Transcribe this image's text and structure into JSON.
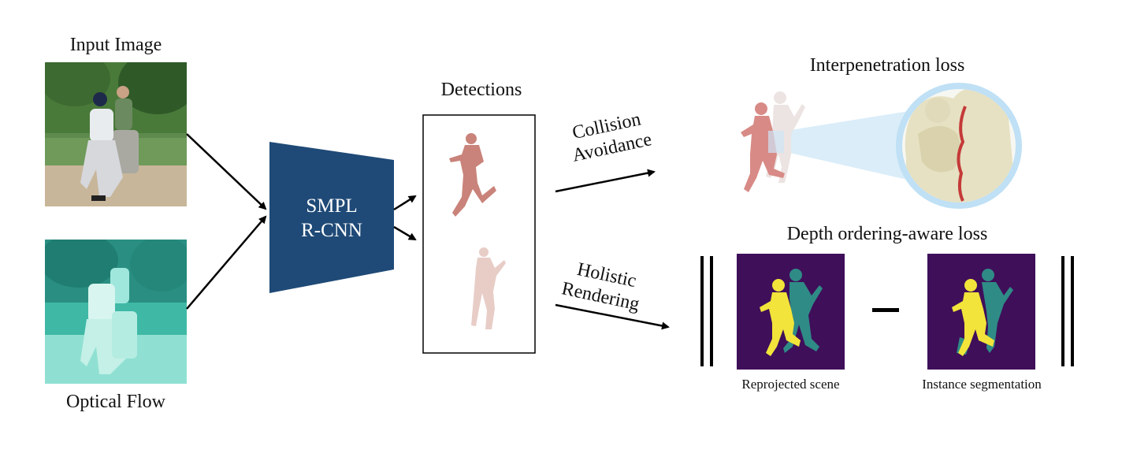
{
  "labels": {
    "input_image": "Input Image",
    "optical_flow": "Optical Flow",
    "model_line1": "SMPL",
    "model_line2": "R-CNN",
    "detections": "Detections",
    "collision_line1": "Collision",
    "collision_line2": "Avoidance",
    "holistic_line1": "Holistic",
    "holistic_line2": "Rendering",
    "interpenetration_loss": "Interpenetration loss",
    "depth_ordering_loss": "Depth ordering-aware loss",
    "reprojected_scene": "Reprojected scene",
    "instance_segmentation": "Instance segmentation"
  },
  "colors": {
    "model_block": "#1f4a77",
    "person_front": "#c9837a",
    "person_back": "#e8cdc7",
    "segmentation_bg": "#3f0f5a",
    "segmentation_yellow": "#f2e43a",
    "segmentation_teal": "#2f8b86",
    "flow_tint": "#4fd1bd",
    "magnifier_ring": "#bfe0f5"
  }
}
